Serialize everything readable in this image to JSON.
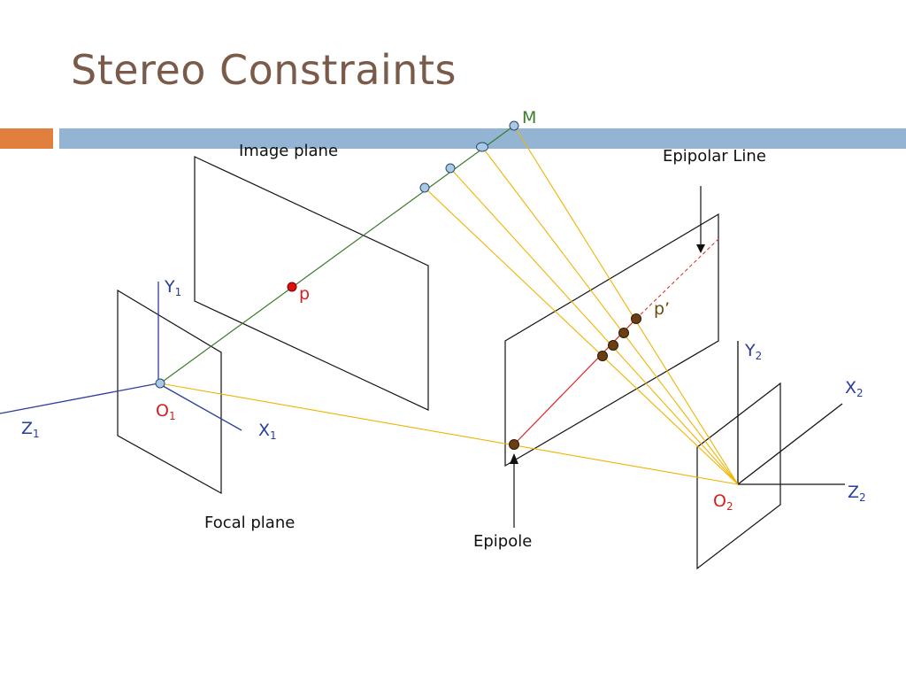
{
  "slide": {
    "title": "Stereo Constraints"
  },
  "labels": {
    "image_plane": "Image plane",
    "focal_plane": "Focal plane",
    "epipolar_line": "Epipolar Line",
    "epipole": "Epipole",
    "point_m": "M",
    "point_p": "p",
    "point_p_prime": "p’",
    "y1": {
      "main": "Y",
      "sub": "1"
    },
    "x1": {
      "main": "X",
      "sub": "1"
    },
    "z1": {
      "main": "Z",
      "sub": "1"
    },
    "o1": {
      "main": "O",
      "sub": "1"
    },
    "y2": {
      "main": "Y",
      "sub": "2"
    },
    "x2": {
      "main": "X",
      "sub": "2"
    },
    "z2": {
      "main": "Z",
      "sub": "2"
    },
    "o2": {
      "main": "O",
      "sub": "2"
    }
  },
  "colors": {
    "title": "#7a5a48",
    "accent_orange": "#e07f3e",
    "accent_blue": "#93b5d3",
    "axis_blue": "#2a3d9c",
    "ray_green": "#3a7d2c",
    "ray_yellow": "#f0b400",
    "epipolar_red": "#e02020",
    "point_blue": "#a9c8e6",
    "point_brown": "#6b3f14",
    "point_red": "#e01010"
  }
}
